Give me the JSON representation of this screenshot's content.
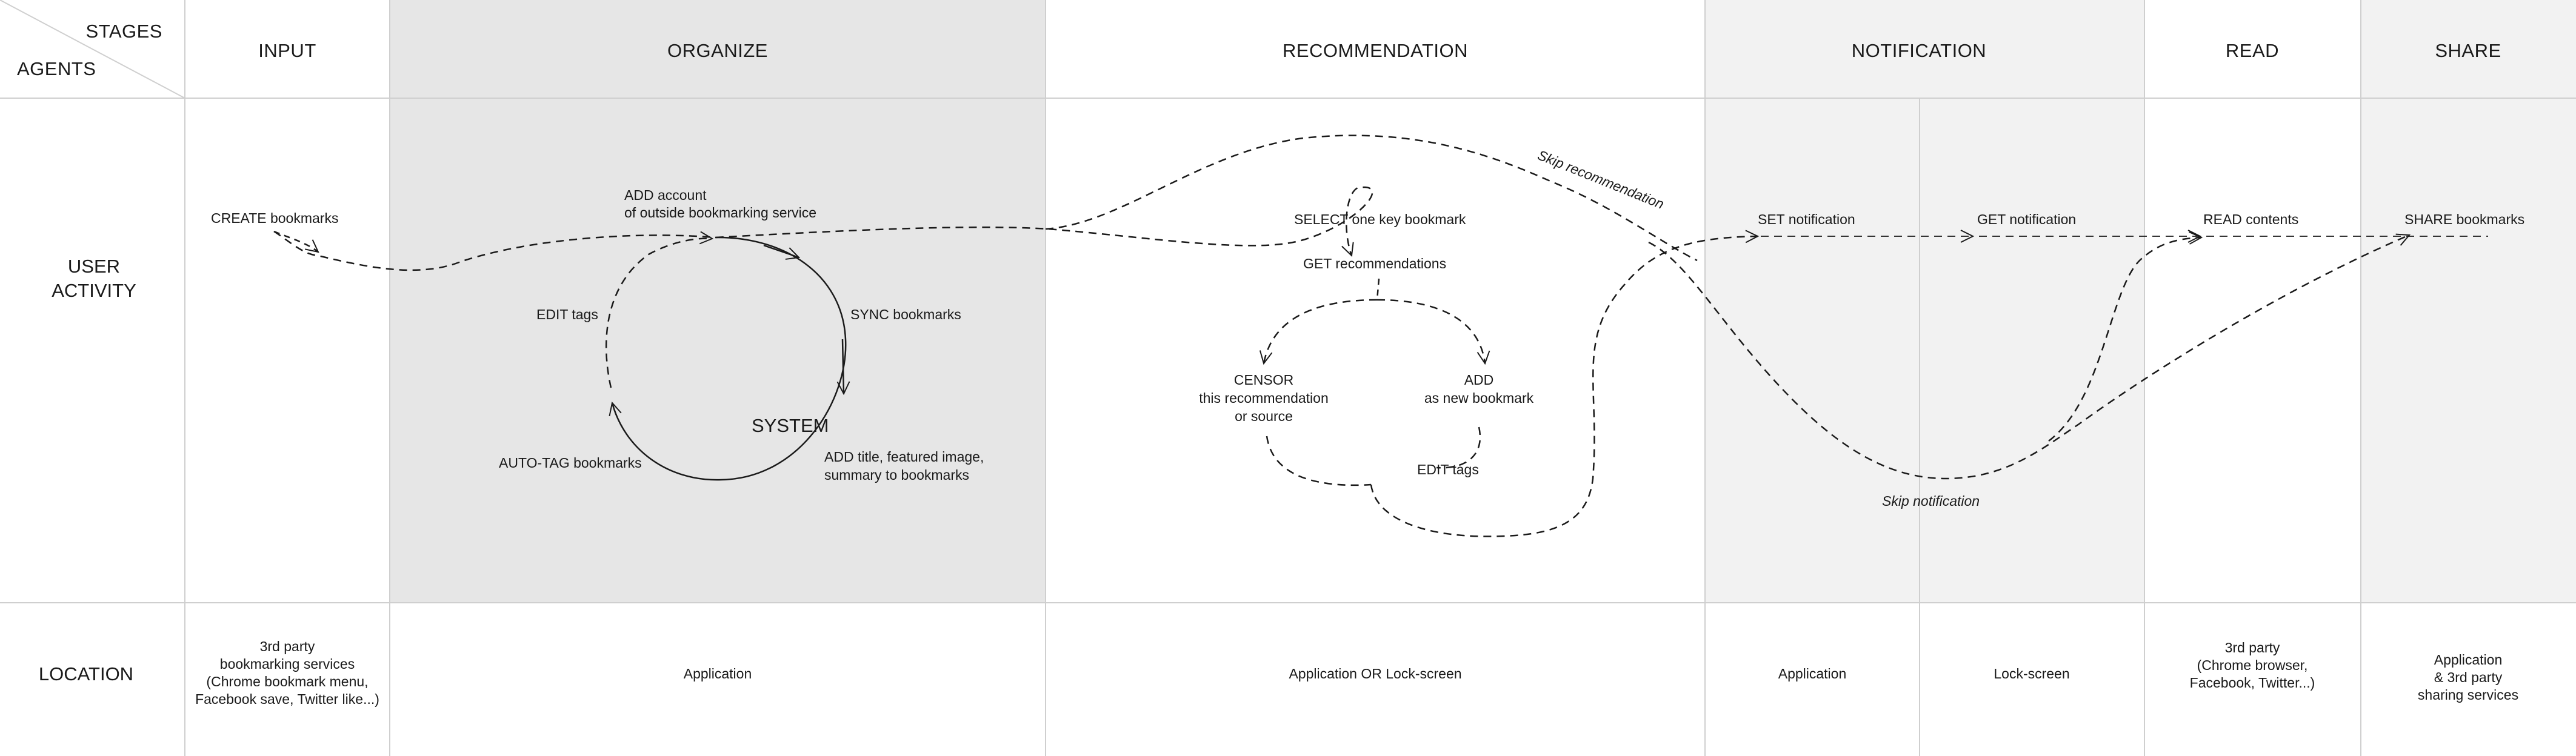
{
  "corner": {
    "stages": "STAGES",
    "agents": "AGENTS"
  },
  "stages": {
    "input": "INPUT",
    "organize": "ORGANIZE",
    "recommendation": "RECOMMENDATION",
    "notification": "NOTIFICATION",
    "read": "READ",
    "share": "SHARE"
  },
  "rows": {
    "user_activity": [
      "USER",
      "ACTIVITY"
    ],
    "location": "LOCATION"
  },
  "activities": {
    "create_bookmarks": "CREATE bookmarks",
    "add_account": [
      "ADD account",
      "of outside bookmarking service"
    ],
    "sync_bookmarks": "SYNC bookmarks",
    "edit_tags_org": "EDIT tags",
    "system": "SYSTEM",
    "auto_tag": "AUTO-TAG bookmarks",
    "add_title": [
      "ADD title, featured image,",
      "summary to bookmarks"
    ],
    "select_key": "SELECT one key bookmark",
    "get_recs": "GET recommendations",
    "censor": [
      "CENSOR",
      "this recommendation",
      "or source"
    ],
    "add_new": [
      "ADD",
      "as new bookmark"
    ],
    "edit_tags_rec": "EDIT tags",
    "skip_rec": "Skip recommendation",
    "set_notif": "SET notification",
    "get_notif": "GET notification",
    "read_contents": "READ contents",
    "share_bookmarks": "SHARE bookmarks",
    "skip_notif": "Skip notification"
  },
  "locations": {
    "input": [
      "3rd party",
      "bookmarking services",
      "(Chrome bookmark menu,",
      "Facebook save, Twitter like...)"
    ],
    "organize": "Application",
    "recommendation": "Application OR Lock-screen",
    "notif_app": "Application",
    "notif_lock": "Lock-screen",
    "read": [
      "3rd party",
      "(Chrome browser,",
      "Facebook, Twitter...)"
    ],
    "share": [
      "Application",
      "& 3rd party",
      "sharing services"
    ]
  },
  "colors": {
    "band_dark": "#e6e6e6",
    "band_light": "#f2f2f2",
    "grid": "#cfcfcf",
    "ink": "#1a1a1a"
  }
}
